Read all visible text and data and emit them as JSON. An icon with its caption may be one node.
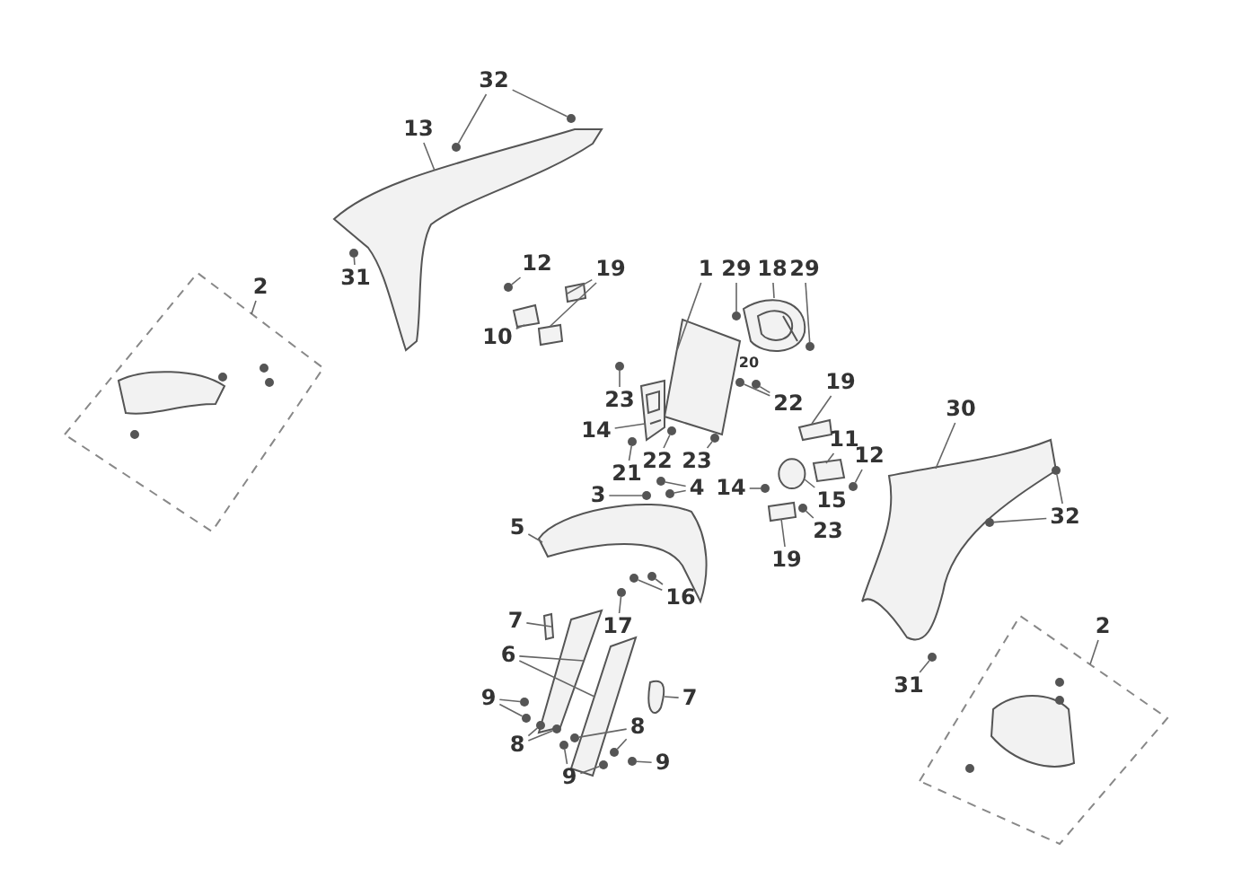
{
  "diagram": {
    "nodes": [
      {
        "text": [
          "32"
        ]
      },
      {
        "text": [
          "13"
        ]
      },
      {
        "text": [
          "31"
        ]
      },
      {
        "text": [
          "2"
        ]
      },
      {
        "text": [
          "12"
        ]
      },
      {
        "text": [
          "19"
        ]
      },
      {
        "text": [
          "10"
        ]
      },
      {
        "text": [
          "1"
        ]
      },
      {
        "text": [
          "29"
        ]
      },
      {
        "text": [
          "18"
        ]
      },
      {
        "text": [
          "29"
        ]
      },
      {
        "text": [
          "20"
        ]
      },
      {
        "text": [
          "22"
        ]
      },
      {
        "text": [
          "23"
        ]
      },
      {
        "text": [
          "19"
        ]
      },
      {
        "text": [
          "14"
        ]
      },
      {
        "text": [
          "21"
        ]
      },
      {
        "text": [
          "22"
        ]
      },
      {
        "text": [
          "23"
        ]
      },
      {
        "text": [
          "30"
        ]
      },
      {
        "text": [
          "11"
        ]
      },
      {
        "text": [
          "12"
        ]
      },
      {
        "text": [
          "3"
        ]
      },
      {
        "text": [
          "4"
        ]
      },
      {
        "text": [
          "14"
        ]
      },
      {
        "text": [
          "15"
        ]
      },
      {
        "text": [
          "23"
        ]
      },
      {
        "text": [
          "32"
        ]
      },
      {
        "text": [
          "5"
        ]
      },
      {
        "text": [
          "19"
        ]
      },
      {
        "text": [
          "16"
        ]
      },
      {
        "text": [
          "17"
        ]
      },
      {
        "text": [
          "7"
        ]
      },
      {
        "text": [
          "6"
        ]
      },
      {
        "text": [
          "7"
        ]
      },
      {
        "text": [
          "9"
        ]
      },
      {
        "text": [
          "8"
        ]
      },
      {
        "text": [
          "8"
        ]
      },
      {
        "text": [
          "2"
        ]
      },
      {
        "text": [
          "31"
        ]
      },
      {
        "text": [
          "9"
        ]
      },
      {
        "text": [
          "9"
        ]
      },
      {
        "text": [],
        "shape": "circle"
      },
      {
        "text": [],
        "shape": "circle"
      },
      {
        "text": [],
        "shape": "picture"
      },
      {
        "text": [],
        "shape": "circle"
      },
      {
        "text": [],
        "shape": "box"
      },
      {
        "text": [],
        "shape": "circle"
      },
      {
        "text": [],
        "shape": "box"
      },
      {
        "text": [],
        "shape": "box"
      },
      {
        "text": [],
        "shape": "picture"
      },
      {
        "text": [],
        "shape": "picture"
      },
      {
        "text": [],
        "shape": "circle"
      },
      {
        "text": [],
        "shape": "picture"
      },
      {
        "text": [],
        "shape": "circle"
      },
      {
        "text": [],
        "shape": "circle"
      },
      {
        "text": [],
        "shape": "circle"
      },
      {
        "text": [],
        "shape": "circle"
      },
      {
        "text": [],
        "shape": "picture"
      },
      {
        "text": [],
        "shape": "picture"
      },
      {
        "text": [],
        "shape": "circle"
      },
      {
        "text": [],
        "shape": "circle"
      },
      {
        "text": [],
        "shape": "circle"
      },
      {
        "text": [],
        "shape": "picture"
      },
      {
        "text": [],
        "shape": "box"
      },
      {
        "text": [],
        "shape": "circle"
      },
      {
        "text": [],
        "shape": "circle"
      },
      {
        "text": [],
        "shape": "circle"
      },
      {
        "text": [],
        "shape": "circle"
      },
      {
        "text": [],
        "shape": "circle"
      },
      {
        "text": [],
        "shape": "circle"
      },
      {
        "text": [],
        "shape": "circle"
      },
      {
        "text": [],
        "shape": "circle"
      },
      {
        "text": [],
        "shape": "circle"
      },
      {
        "text": [],
        "shape": "picture"
      },
      {
        "text": [],
        "shape": "box"
      },
      {
        "text": [],
        "shape": "circle"
      },
      {
        "text": [],
        "shape": "circle"
      },
      {
        "text": [],
        "shape": "circle"
      },
      {
        "text": [],
        "shape": "box"
      },
      {
        "text": [],
        "shape": "picture"
      },
      {
        "text": [],
        "shape": "picture"
      },
      {
        "text": [],
        "shape": "box"
      },
      {
        "text": [],
        "shape": "circle"
      },
      {
        "text": [],
        "shape": "circle"
      },
      {
        "text": [],
        "shape": "circle"
      },
      {
        "text": [],
        "shape": "circle"
      },
      {
        "text": [],
        "shape": "circle"
      },
      {
        "text": [],
        "shape": "circle"
      },
      {
        "text": [],
        "shape": "box"
      },
      {
        "text": [],
        "shape": "circle"
      },
      {
        "text": [],
        "shape": "circle"
      },
      {
        "text": [],
        "shape": "circle"
      },
      {
        "text": [],
        "shape": "circle"
      }
    ],
    "edges": [
      {
        "from": 0,
        "to": 42,
        "arrow": "none"
      },
      {
        "from": 0,
        "to": 43,
        "arrow": "none"
      },
      {
        "from": 1,
        "to": 44,
        "arrow": "none"
      },
      {
        "from": 2,
        "to": 45,
        "arrow": "none"
      },
      {
        "from": 3,
        "to": 46,
        "arrow": "none"
      },
      {
        "from": 4,
        "to": 47,
        "arrow": "none"
      },
      {
        "from": 5,
        "to": 48,
        "arrow": "none"
      },
      {
        "from": 5,
        "to": 49,
        "arrow": "none"
      },
      {
        "from": 6,
        "to": 50,
        "arrow": "none"
      },
      {
        "from": 7,
        "to": 51,
        "arrow": "none"
      },
      {
        "from": 8,
        "to": 52,
        "arrow": "none"
      },
      {
        "from": 9,
        "to": 53,
        "arrow": "none"
      },
      {
        "from": 10,
        "to": 54,
        "arrow": "none"
      },
      {
        "from": 12,
        "to": 55,
        "arrow": "none"
      },
      {
        "from": 12,
        "to": 56,
        "arrow": "none"
      },
      {
        "from": 13,
        "to": 57,
        "arrow": "none"
      },
      {
        "from": 14,
        "to": 58,
        "arrow": "none"
      },
      {
        "from": 15,
        "to": 59,
        "arrow": "none"
      },
      {
        "from": 16,
        "to": 60,
        "arrow": "none"
      },
      {
        "from": 17,
        "to": 61,
        "arrow": "none"
      },
      {
        "from": 18,
        "to": 62,
        "arrow": "none"
      },
      {
        "from": 19,
        "to": 63,
        "arrow": "none"
      },
      {
        "from": 20,
        "to": 64,
        "arrow": "none"
      },
      {
        "from": 21,
        "to": 65,
        "arrow": "none"
      },
      {
        "from": 22,
        "to": 66,
        "arrow": "none"
      },
      {
        "from": 23,
        "to": 67,
        "arrow": "none"
      },
      {
        "from": 23,
        "to": 68,
        "arrow": "none"
      },
      {
        "from": 24,
        "to": 69,
        "arrow": "none"
      },
      {
        "from": 25,
        "to": 70,
        "arrow": "none"
      },
      {
        "from": 26,
        "to": 71,
        "arrow": "none"
      },
      {
        "from": 27,
        "to": 72,
        "arrow": "none"
      },
      {
        "from": 27,
        "to": 73,
        "arrow": "none"
      },
      {
        "from": 28,
        "to": 74,
        "arrow": "none"
      },
      {
        "from": 29,
        "to": 75,
        "arrow": "none"
      },
      {
        "from": 30,
        "to": 76,
        "arrow": "none"
      },
      {
        "from": 30,
        "to": 77,
        "arrow": "none"
      },
      {
        "from": 31,
        "to": 78,
        "arrow": "none"
      },
      {
        "from": 32,
        "to": 79,
        "arrow": "none"
      },
      {
        "from": 33,
        "to": 80,
        "arrow": "none"
      },
      {
        "from": 33,
        "to": 81,
        "arrow": "none"
      },
      {
        "from": 34,
        "to": 82,
        "arrow": "none"
      },
      {
        "from": 35,
        "to": 83,
        "arrow": "none"
      },
      {
        "from": 35,
        "to": 84,
        "arrow": "none"
      },
      {
        "from": 36,
        "to": 85,
        "arrow": "none"
      },
      {
        "from": 36,
        "to": 86,
        "arrow": "none"
      },
      {
        "from": 37,
        "to": 87,
        "arrow": "none"
      },
      {
        "from": 37,
        "to": 88,
        "arrow": "none"
      },
      {
        "from": 38,
        "to": 89,
        "arrow": "none"
      },
      {
        "from": 39,
        "to": 90,
        "arrow": "none"
      },
      {
        "from": 40,
        "to": 91,
        "arrow": "none"
      },
      {
        "from": 40,
        "to": 92,
        "arrow": "none"
      },
      {
        "from": 41,
        "to": 93,
        "arrow": "none"
      }
    ]
  }
}
